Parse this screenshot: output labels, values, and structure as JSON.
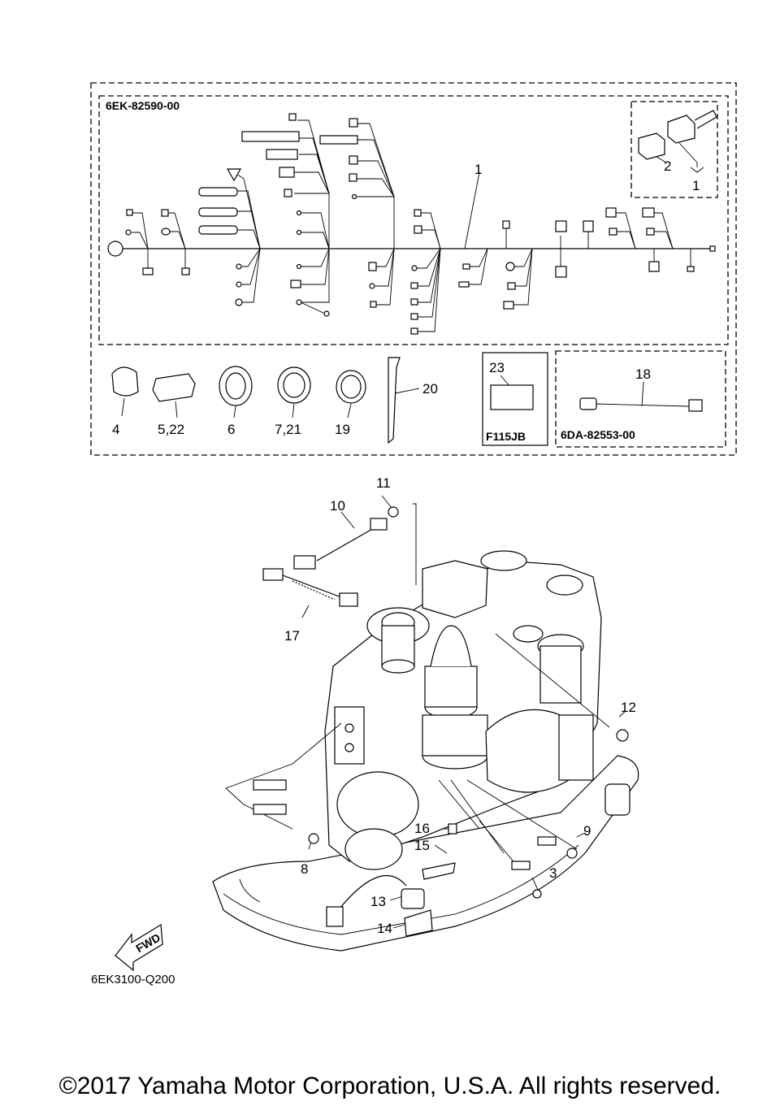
{
  "diagram": {
    "kit_code_main": "6EK-82590-00",
    "kit_code_sub": "6DA-82553-00",
    "kit_code_box": "F115JB",
    "drawing_code": "6EK3100-Q200",
    "fwd_arrow": "FWD",
    "labels": {
      "l1a": "1",
      "l1b": "1",
      "l2": "2",
      "l3": "3",
      "l4": "4",
      "l5_22": "5,22",
      "l6": "6",
      "l7_21": "7,21",
      "l8": "8",
      "l9": "9",
      "l10": "10",
      "l11": "11",
      "l12": "12",
      "l13": "13",
      "l14": "14",
      "l15": "15",
      "l16": "16",
      "l17": "17",
      "l18": "18",
      "l19": "19",
      "l20": "20",
      "l23": "23"
    }
  },
  "footer": {
    "copyright": "©2017 Yamaha Motor Corporation, U.S.A. All rights reserved."
  }
}
